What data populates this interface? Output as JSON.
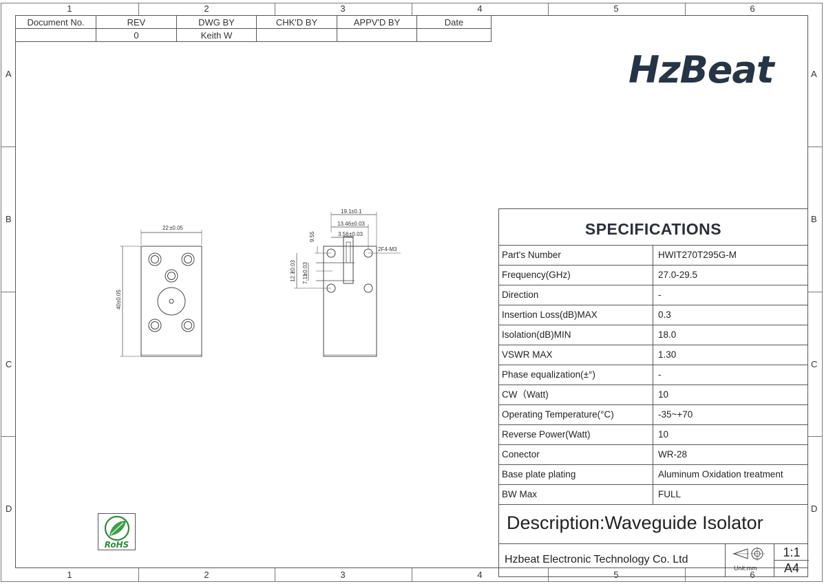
{
  "border": {
    "columns": [
      "1",
      "2",
      "3",
      "4",
      "5",
      "6"
    ],
    "rows": [
      "A",
      "B",
      "C",
      "D"
    ]
  },
  "title_block": {
    "headers": [
      "Document No.",
      "REV",
      "DWG BY",
      "CHK'D BY",
      "APPV'D BY",
      "Date"
    ],
    "values": [
      "",
      "0",
      "Keith W",
      "",
      "",
      ""
    ]
  },
  "logo": {
    "text": "HzBeat",
    "color": "#263545"
  },
  "drawing": {
    "left_view": {
      "width_dim": "22",
      "width_tol": "±0.05",
      "height_dim": "40",
      "height_tol": "±0.05"
    },
    "right_view": {
      "dim_a": "19.1",
      "dim_a_tol": "±0.1",
      "dim_b": "13.46",
      "dim_b_tol": "±0.03",
      "dim_c": "3.56",
      "dim_c_tol": "±0.03",
      "dim_d": "9.55",
      "dim_e": "12.7",
      "dim_e_tol": "±0.03",
      "dim_f": "7.11",
      "dim_f_tol": "±0.03",
      "hole_note": "2F4-M3"
    }
  },
  "specifications": {
    "title": "SPECIFICATIONS",
    "rows": [
      {
        "key": "Part's Number",
        "value": "HWIT270T295G-M"
      },
      {
        "key": "Frequency(GHz)",
        "value": "27.0-29.5"
      },
      {
        "key": "Direction",
        "value": "-"
      },
      {
        "key": "Insertion Loss(dB)MAX",
        "value": "0.3"
      },
      {
        "key": "Isolation(dB)MIN",
        "value": "18.0"
      },
      {
        "key": "VSWR MAX",
        "value": "1.30"
      },
      {
        "key": "Phase equalization(±°)",
        "value": "-"
      },
      {
        "key": "CW（Watt)",
        "value": "10"
      },
      {
        "key": "Operating Temperature(°C)",
        "value": "-35~+70"
      },
      {
        "key": "Reverse Power(Watt)",
        "value": "10"
      },
      {
        "key": "Conector",
        "value": "WR-28"
      },
      {
        "key": "Base plate plating",
        "value": "Aluminum Oxidation treatment"
      },
      {
        "key": "BW Max",
        "value": "FULL"
      }
    ],
    "description": "Description:Waveguide Isolator",
    "company": "Hzbeat Electronic Technology Co. Ltd",
    "unit_label": "Unit:mm",
    "scale": "1:1",
    "sheet_size": "A4"
  },
  "badge": {
    "text": "RoHS",
    "color": "#2e8b3a"
  }
}
